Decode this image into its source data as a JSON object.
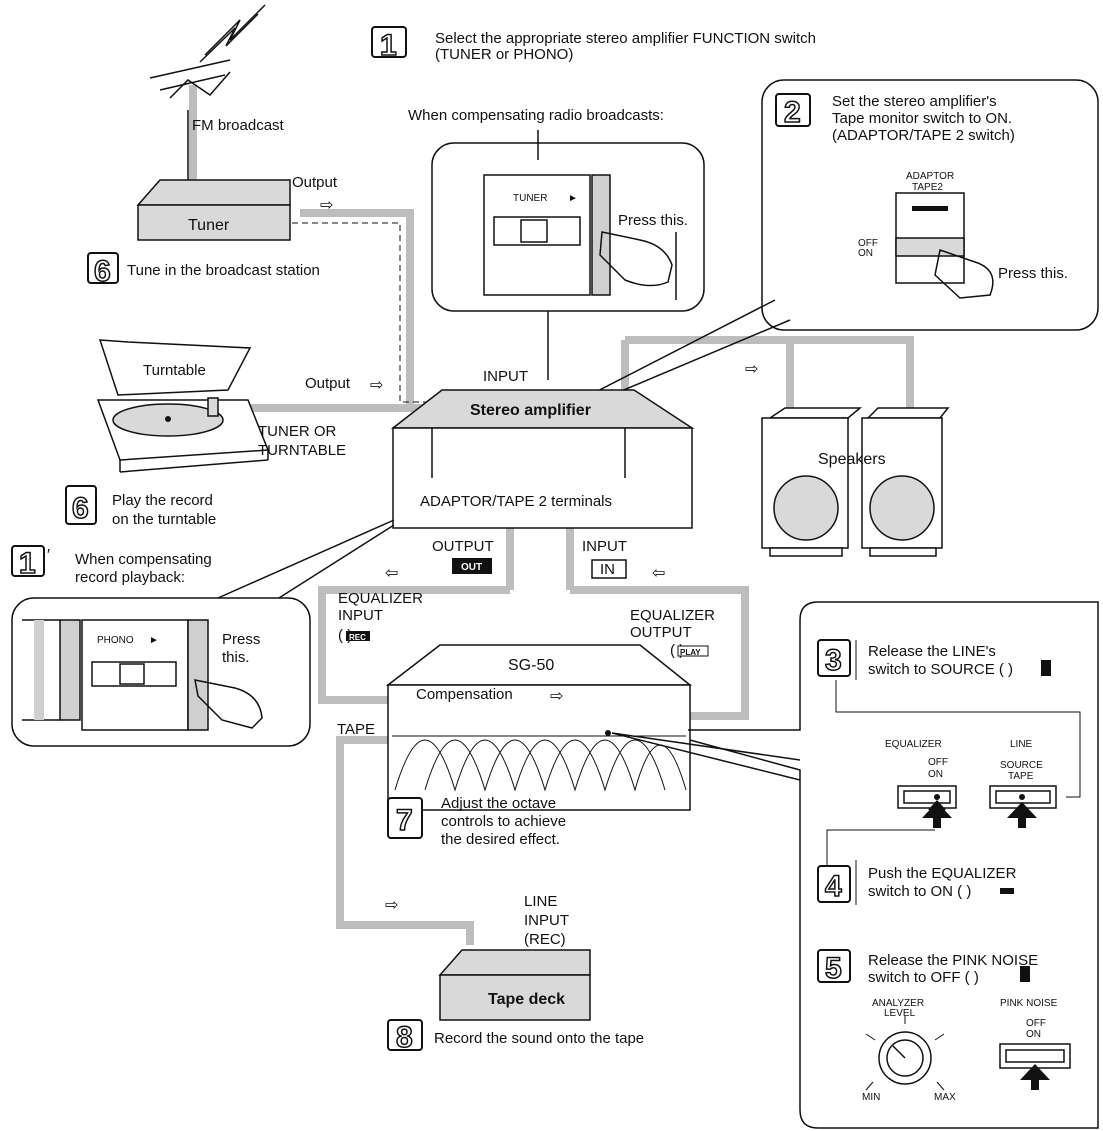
{
  "steps": {
    "step1": {
      "number": "1",
      "line1": "Select the appropriate stereo amplifier FUNCTION switch",
      "line2": "(TUNER or PHONO)"
    },
    "step1_radio": "When compensating radio broadcasts:",
    "step1_prime": {
      "number": "1",
      "prime": "′",
      "line1": "When compensating",
      "line2": "record playback:"
    },
    "step2": {
      "number": "2",
      "line1": "Set the stereo amplifier's",
      "line2": "Tape monitor switch to ON.",
      "line3": "(ADAPTOR/TAPE 2 switch)"
    },
    "step3": {
      "number": "3",
      "line1": "Release the LINE's",
      "line2": "switch to SOURCE (  )"
    },
    "step4": {
      "number": "4",
      "line1": "Push the EQUALIZER",
      "line2": "switch to ON (  )"
    },
    "step5": {
      "number": "5",
      "line1": "Release the PINK NOISE",
      "line2": "switch to OFF (  )"
    },
    "step6_tuner": {
      "number": "6",
      "text": "Tune in the broadcast station"
    },
    "step6_turntable": {
      "number": "6",
      "line1": "Play the record",
      "line2": "on the turntable"
    },
    "step7": {
      "number": "7",
      "line1": "Adjust the octave",
      "line2": "controls to achieve",
      "line3": "the desired effect."
    },
    "step8": {
      "number": "8",
      "text": "Record the sound onto the tape"
    }
  },
  "devices": {
    "fm": "FM broadcast",
    "tuner": "Tuner",
    "turntable": "Turntable",
    "amplifier": "Stereo amplifier",
    "speakers": "Speakers",
    "sg50": "SG-50",
    "tape_deck": "Tape deck"
  },
  "labels": {
    "output_tuner": "Output",
    "output_turntable": "Output",
    "tuner_or_turntable_1": "TUNER OR",
    "tuner_or_turntable_2": "TURNTABLE",
    "input": "INPUT",
    "adaptor_terminals": "ADAPTOR/TAPE 2 terminals",
    "amp_output": "OUTPUT",
    "amp_out_badge": "OUT",
    "amp_input": "INPUT",
    "amp_in_badge": "IN",
    "eq_input_1": "EQUALIZER",
    "eq_input_2": "INPUT",
    "eq_rec": "REC",
    "eq_output_1": "EQUALIZER",
    "eq_output_2": "OUTPUT",
    "eq_play": "PLAY",
    "compensation": "Compensation",
    "tape": "TAPE",
    "line_input_1": "LINE",
    "line_input_2": "INPUT",
    "line_input_3": "(REC)"
  },
  "callouts": {
    "tuner_sw": "TUNER",
    "press_this": "Press this.",
    "adaptor": "ADAPTOR",
    "tape2": "TAPE2",
    "off": "OFF",
    "on": "ON",
    "press_this_2": "Press this.",
    "phono": "PHONO",
    "press": "Press",
    "this": "this.",
    "equalizer": "EQUALIZER",
    "line": "LINE",
    "source": "SOURCE",
    "tape_lbl": "TAPE",
    "eq_off": "OFF",
    "eq_on": "ON",
    "analyzer": "ANALYZER",
    "level": "LEVEL",
    "min": "MIN",
    "max": "MAX",
    "pink_noise": "PINK NOISE",
    "pn_off": "OFF",
    "pn_on": "ON"
  }
}
